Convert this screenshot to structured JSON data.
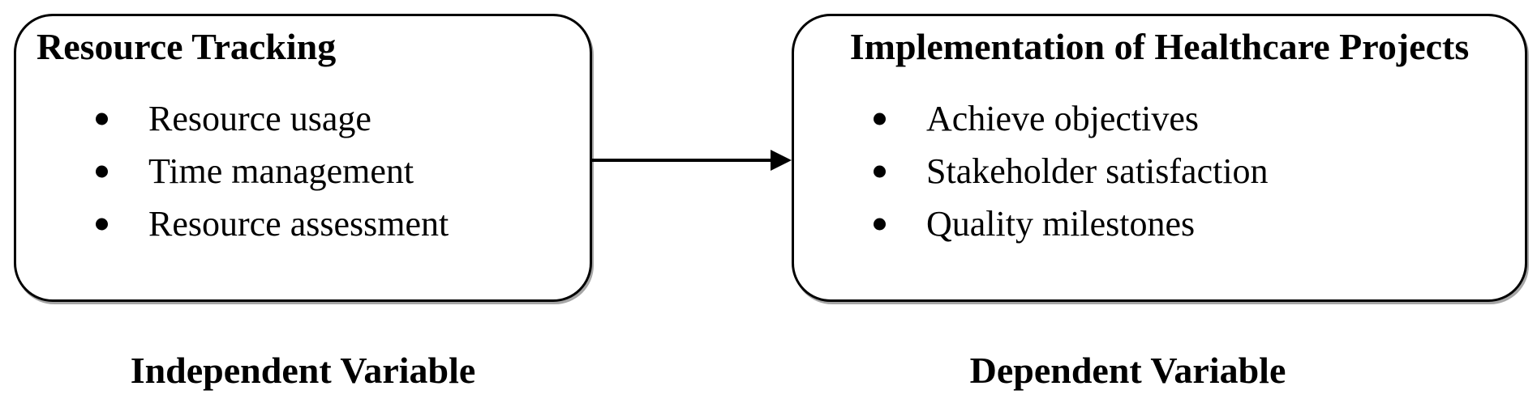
{
  "diagram": {
    "independent": {
      "title": "Resource Tracking",
      "items": [
        "Resource usage",
        "Time management",
        "Resource assessment"
      ],
      "caption": "Independent Variable"
    },
    "dependent": {
      "title": "Implementation of Healthcare Projects",
      "items": [
        "Achieve objectives",
        "Stakeholder satisfaction",
        "Quality milestones"
      ],
      "caption": "Dependent Variable"
    },
    "arrow": {
      "direction": "right",
      "from": "Resource Tracking",
      "to": "Implementation of Healthcare Projects"
    },
    "colors": {
      "ink": "#000000",
      "background": "#ffffff"
    }
  }
}
